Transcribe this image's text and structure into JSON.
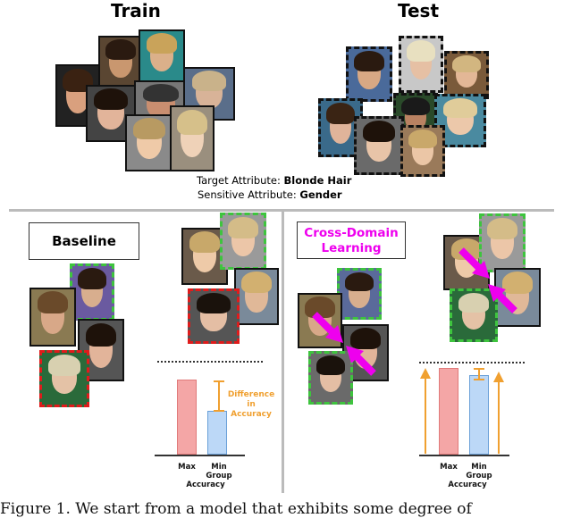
{
  "headings": {
    "train": "Train",
    "test": "Test"
  },
  "attributes": {
    "target_label": "Target Attribute:",
    "target_value": "Blonde Hair",
    "sensitive_label": "Sensitive Attribute:",
    "sensitive_value": "Gender"
  },
  "panels": {
    "baseline": {
      "label": "Baseline"
    },
    "cross_domain": {
      "label": "Cross-Domain Learning"
    }
  },
  "chart_labels": {
    "max": "Max",
    "min_group": "Min\nGroup",
    "accuracy": "Accuracy",
    "difference": "Difference in\nAccuracy"
  },
  "colors": {
    "max_bar": "#f4a6a6",
    "min_bar": "#bcd8f7",
    "bar_stroke": "#e07a7a",
    "min_stroke": "#6aa0d8",
    "accent_orange": "#f0a030",
    "magenta": "#ee00ee",
    "green_dash": "#3ec43e",
    "red_dash": "#e01b1b",
    "divider": "#bbbbbb"
  },
  "chart_data": [
    {
      "type": "bar",
      "title": "",
      "categories": [
        "Max",
        "Min Group"
      ],
      "series": [
        {
          "values": [
            1.0,
            0.58
          ]
        }
      ],
      "annotation": "Difference in Accuracy",
      "xlabel": "Accuracy"
    },
    {
      "type": "bar",
      "title": "",
      "categories": [
        "Max",
        "Min Group"
      ],
      "series": [
        {
          "values": [
            1.0,
            0.92
          ]
        }
      ],
      "xlabel": "Accuracy"
    }
  ],
  "caption": "Figure 1.   We start from a model that exhibits some degree of"
}
